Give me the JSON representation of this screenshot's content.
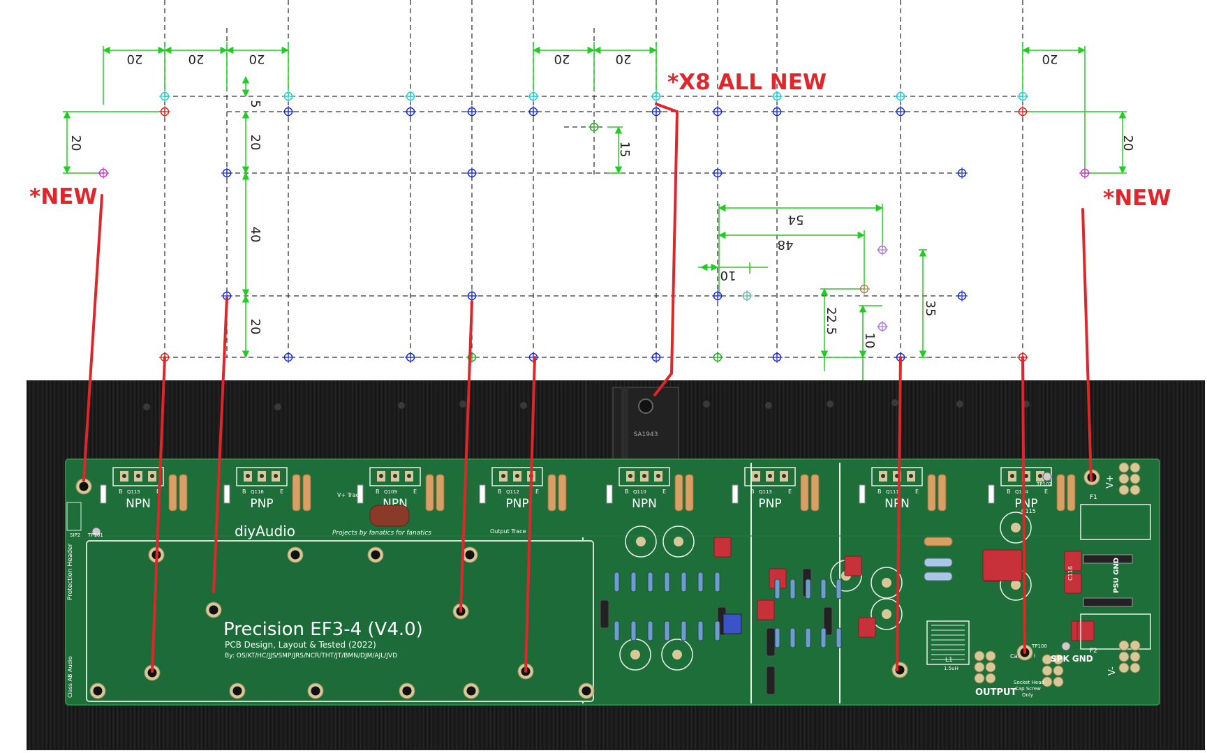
{
  "annotations": {
    "new_left": "*NEW",
    "new_right": "*NEW",
    "x8_all_new": "*X8 ALL NEW"
  },
  "dimensions": {
    "d20_a": "20",
    "d20_b": "20",
    "d20_c": "20",
    "d20_d": "20",
    "d20_e": "20",
    "d20_f": "20",
    "d20_left_v": "20",
    "d5_v": "5",
    "d20_v1": "20",
    "d40_v": "40",
    "d20_v2": "20",
    "d15_v": "15",
    "d54": "54",
    "d48": "48",
    "d10_h": "10",
    "d22_5_v": "22.5",
    "d10_v": "10",
    "d35_v": "35",
    "d20_right_v": "20"
  },
  "pcb": {
    "title": "Precision EF3-4 (V4.0)",
    "subtitle": "PCB Design, Layout & Tested (2022)",
    "credits": "By: OS/KT/HC/JJS/SMP/JRS/NCR/THT/JT/BMN/DJM/AJL/JVD",
    "brand": "diyAudio",
    "tagline": "Projects by fanatics for fanatics",
    "protection_header": "Protection Header",
    "class_ab": "Class AB Audio",
    "transistor_labels": [
      "NPN",
      "PNP",
      "NPN",
      "PNP",
      "NPN",
      "PNP",
      "NPN",
      "PNP"
    ],
    "transistor_refs": [
      "Q115",
      "Q116",
      "Q109",
      "Q112",
      "Q110",
      "Q113",
      "Q111",
      "Q114"
    ],
    "pin_b": "B",
    "pin_e": "E",
    "output_label": "OUTPUT",
    "spk_gnd": "SPK GND",
    "psu_gnd": "PSU GND",
    "caution": "Caution !",
    "socket_note_1": "Socket Head",
    "socket_note_2": "Cap Screw",
    "socket_note_3": "Only",
    "v_plus": "V+",
    "v_minus": "V-",
    "v_plus_trace": "V+ Trace",
    "output_trace": "Output Trace",
    "inductor": "L1",
    "inductor_value": "1.5uH",
    "fuse1": "F1",
    "fuse2": "F2",
    "tp100": "TP100",
    "tp101": "TP101",
    "tp102": "TP102",
    "sip2": "SIP2",
    "c115": "C115",
    "c116": "C116",
    "transistor_marking": "SA1943"
  },
  "colors": {
    "dim_green": "#22cc22",
    "annot_red": "#e0252b",
    "pcb_green": "#1e6e3a",
    "heatsink": "#1c1c1c",
    "hole_cyan": "#22cccc",
    "hole_blue": "#1a2bd6",
    "hole_red": "#dd2222",
    "hole_magenta": "#cc33cc"
  }
}
